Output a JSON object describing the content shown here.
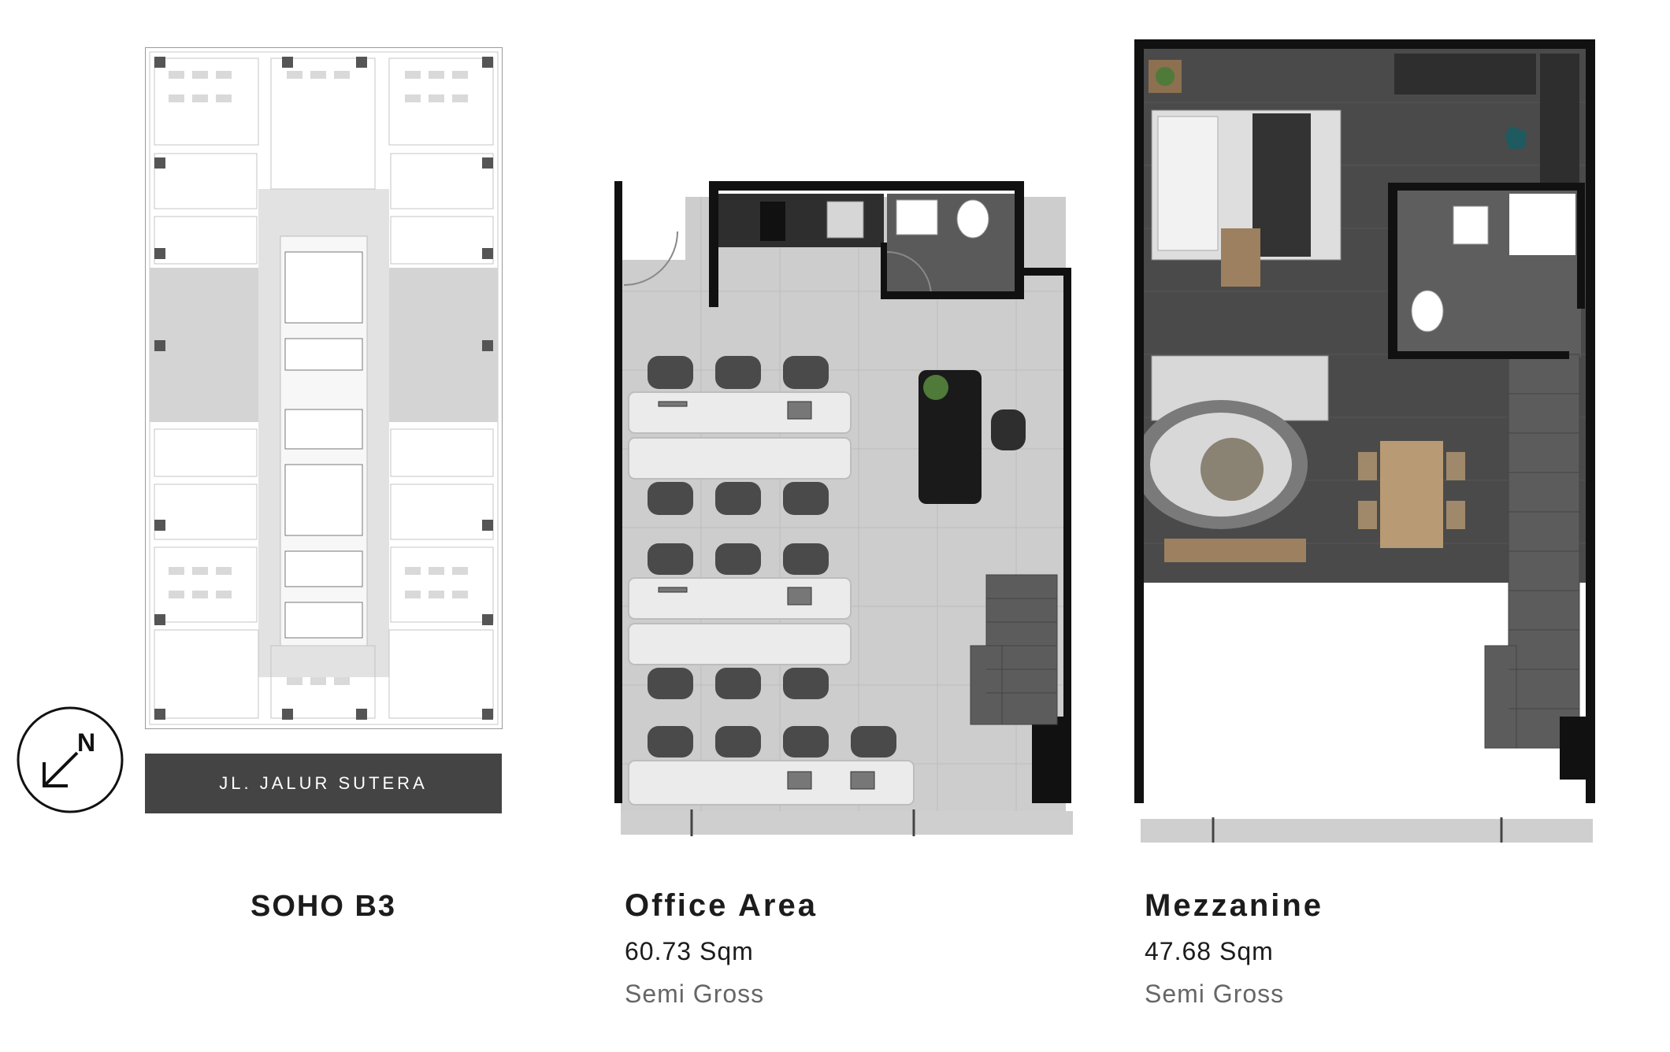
{
  "keyplan": {
    "street_label": "JL. JALUR SUTERA",
    "compass_letter": "N",
    "unit_name": "SOHO B3"
  },
  "office": {
    "title": "Office Area",
    "area": "60.73 Sqm",
    "type": "Semi Gross"
  },
  "mezzanine": {
    "title": "Mezzanine",
    "area": "47.68 Sqm",
    "type": "Semi Gross"
  },
  "colors": {
    "wall": "#111111",
    "office_floor": "#cfcfcf",
    "mezz_floor": "#4a4a4a",
    "banner": "#444444"
  }
}
